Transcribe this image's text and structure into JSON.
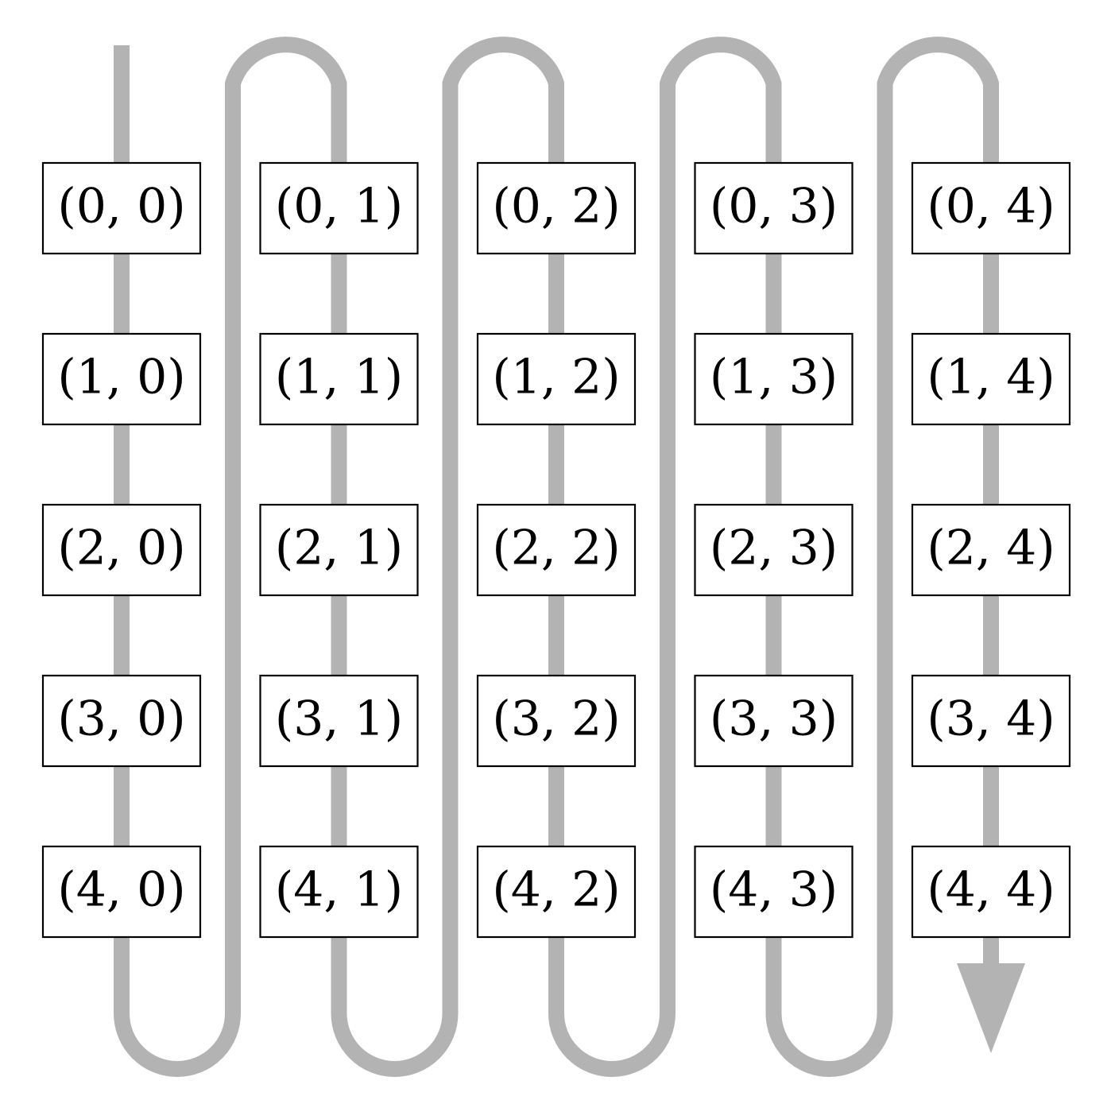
{
  "diagram": {
    "path_color": "#b3b3b3",
    "box_border_color": "#000000",
    "traversal": "column-major serpentine",
    "arrow": "arrowhead at end of path",
    "rows": [
      [
        "(0, 0)",
        "(0, 1)",
        "(0, 2)",
        "(0, 3)",
        "(0, 4)"
      ],
      [
        "(1, 0)",
        "(1, 1)",
        "(1, 2)",
        "(1, 3)",
        "(1, 4)"
      ],
      [
        "(2, 0)",
        "(2, 1)",
        "(2, 2)",
        "(2, 3)",
        "(2, 4)"
      ],
      [
        "(3, 0)",
        "(3, 1)",
        "(3, 2)",
        "(3, 3)",
        "(3, 4)"
      ],
      [
        "(4, 0)",
        "(4, 1)",
        "(4, 2)",
        "(4, 3)",
        "(4, 4)"
      ]
    ]
  }
}
